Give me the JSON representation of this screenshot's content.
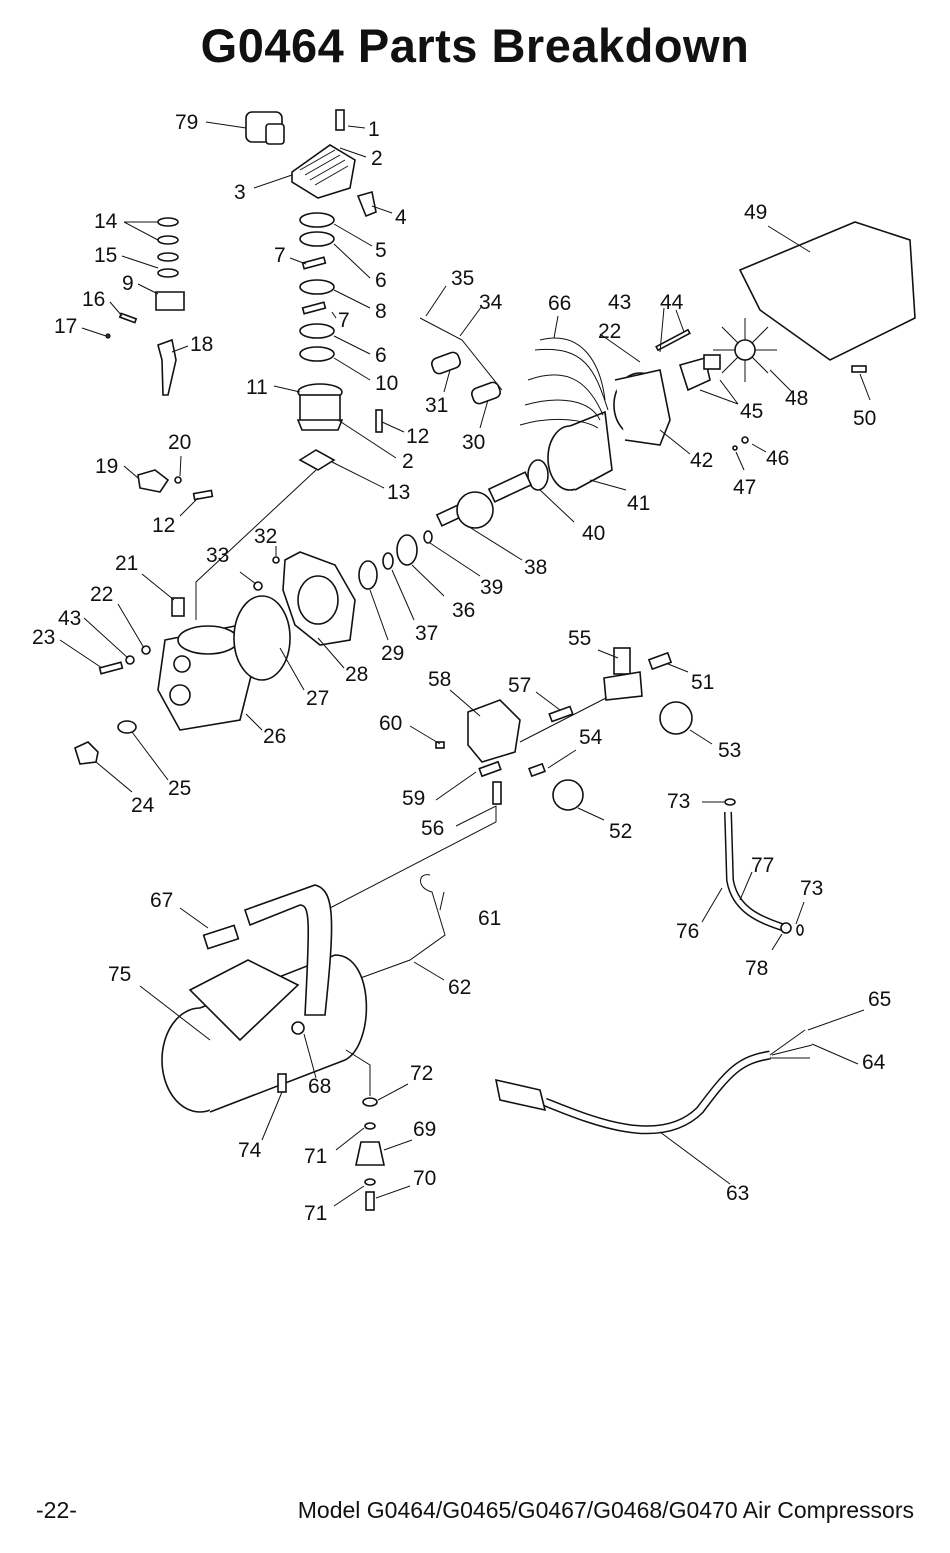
{
  "page": {
    "title": "G0464 Parts Breakdown",
    "page_number": "-22-",
    "footer": "Model G0464/G0465/G0467/G0468/G0470 Air Compressors"
  },
  "callouts": [
    "1",
    "2",
    "3",
    "4",
    "5",
    "6",
    "7",
    "8",
    "9",
    "10",
    "11",
    "12",
    "13",
    "14",
    "15",
    "16",
    "17",
    "18",
    "19",
    "20",
    "21",
    "22",
    "23",
    "24",
    "25",
    "26",
    "27",
    "28",
    "29",
    "30",
    "31",
    "32",
    "33",
    "34",
    "35",
    "36",
    "37",
    "38",
    "39",
    "40",
    "41",
    "42",
    "43",
    "44",
    "45",
    "46",
    "47",
    "48",
    "49",
    "50",
    "51",
    "52",
    "53",
    "54",
    "55",
    "56",
    "57",
    "58",
    "59",
    "60",
    "61",
    "62",
    "63",
    "64",
    "65",
    "66",
    "67",
    "68",
    "69",
    "70",
    "71",
    "72",
    "73",
    "74",
    "75",
    "76",
    "77",
    "78",
    "79"
  ]
}
